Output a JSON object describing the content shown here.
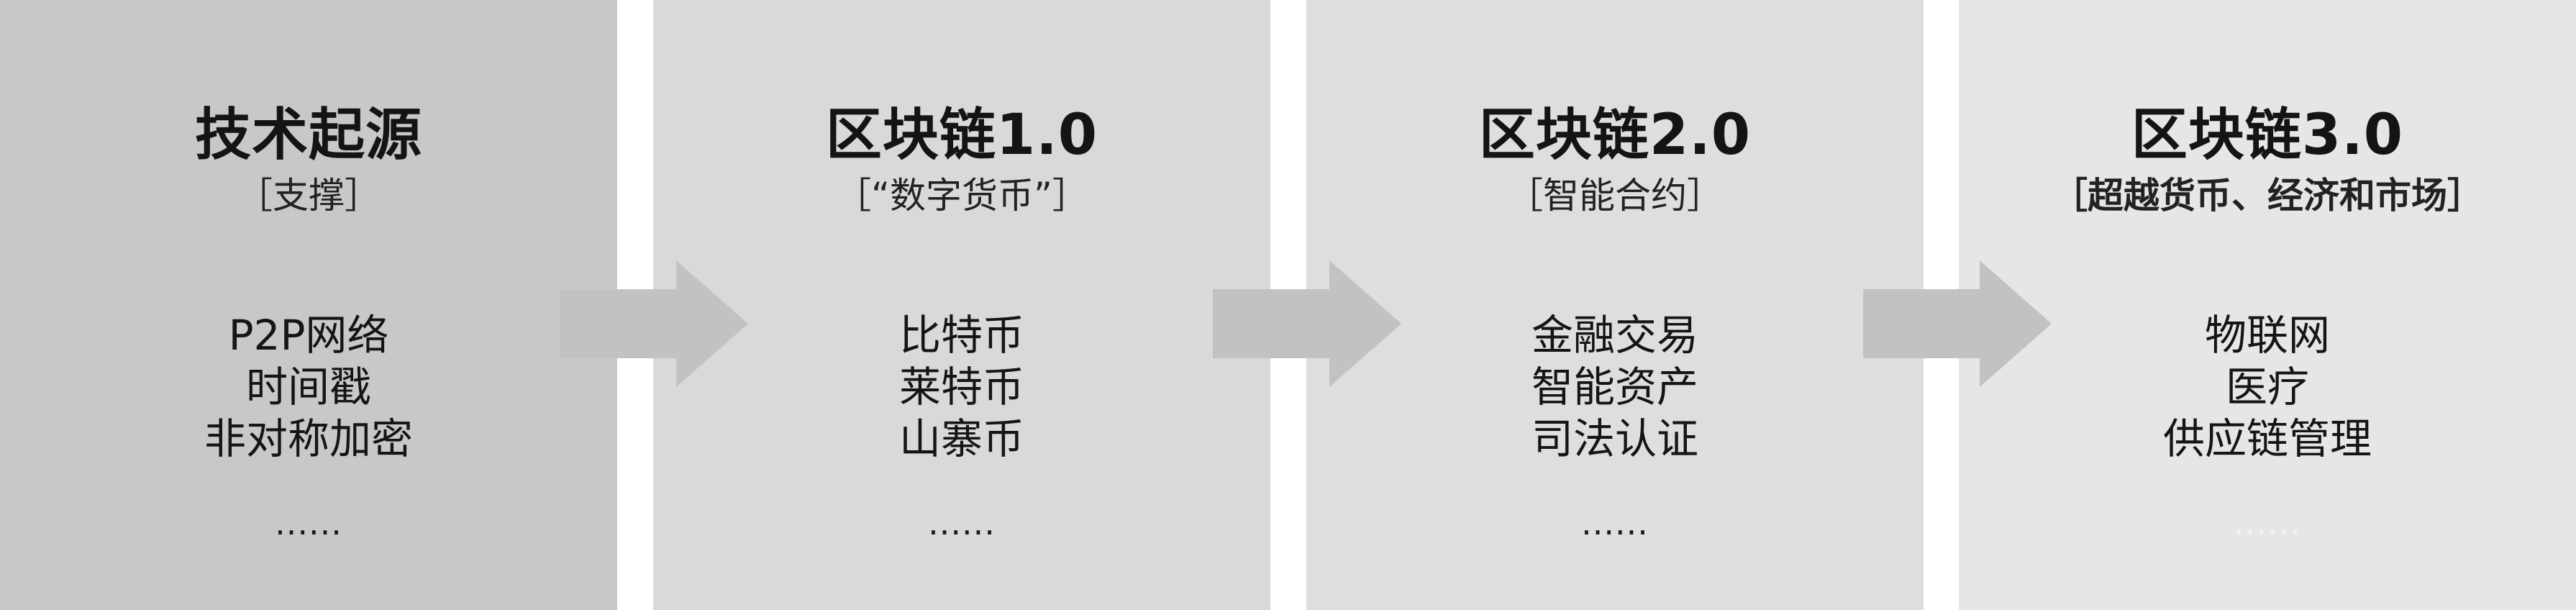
{
  "panels": [
    {
      "title": "技术起源",
      "subtitle": "［支撑］",
      "items": [
        "P2P网络",
        "时间戳",
        "非对称加密"
      ],
      "ellipsis": "......"
    },
    {
      "title": "区块链1.0",
      "subtitle": "［“数字货币”］",
      "items": [
        "比特币",
        "莱特币",
        "山寨币"
      ],
      "ellipsis": "......"
    },
    {
      "title": "区块链2.0",
      "subtitle": "［智能合约］",
      "items": [
        "金融交易",
        "智能资产",
        "司法认证"
      ],
      "ellipsis": "......"
    },
    {
      "title": "区块链3.0",
      "subtitle": "［超越货币、经济和市场］",
      "items": [
        "物联网",
        "医疗",
        "供应链管理"
      ],
      "ellipsis": "......"
    }
  ],
  "colors": {
    "panel_0_bg": "#c8c8c8",
    "panel_1_bg": "#d9d9d9",
    "panel_2_bg": "#dedede",
    "panel_3_bg": "#e6e6e6",
    "arrow": "#c2c2c2",
    "text": "#141414"
  },
  "icons": {
    "arrow": "right-arrow-icon"
  }
}
